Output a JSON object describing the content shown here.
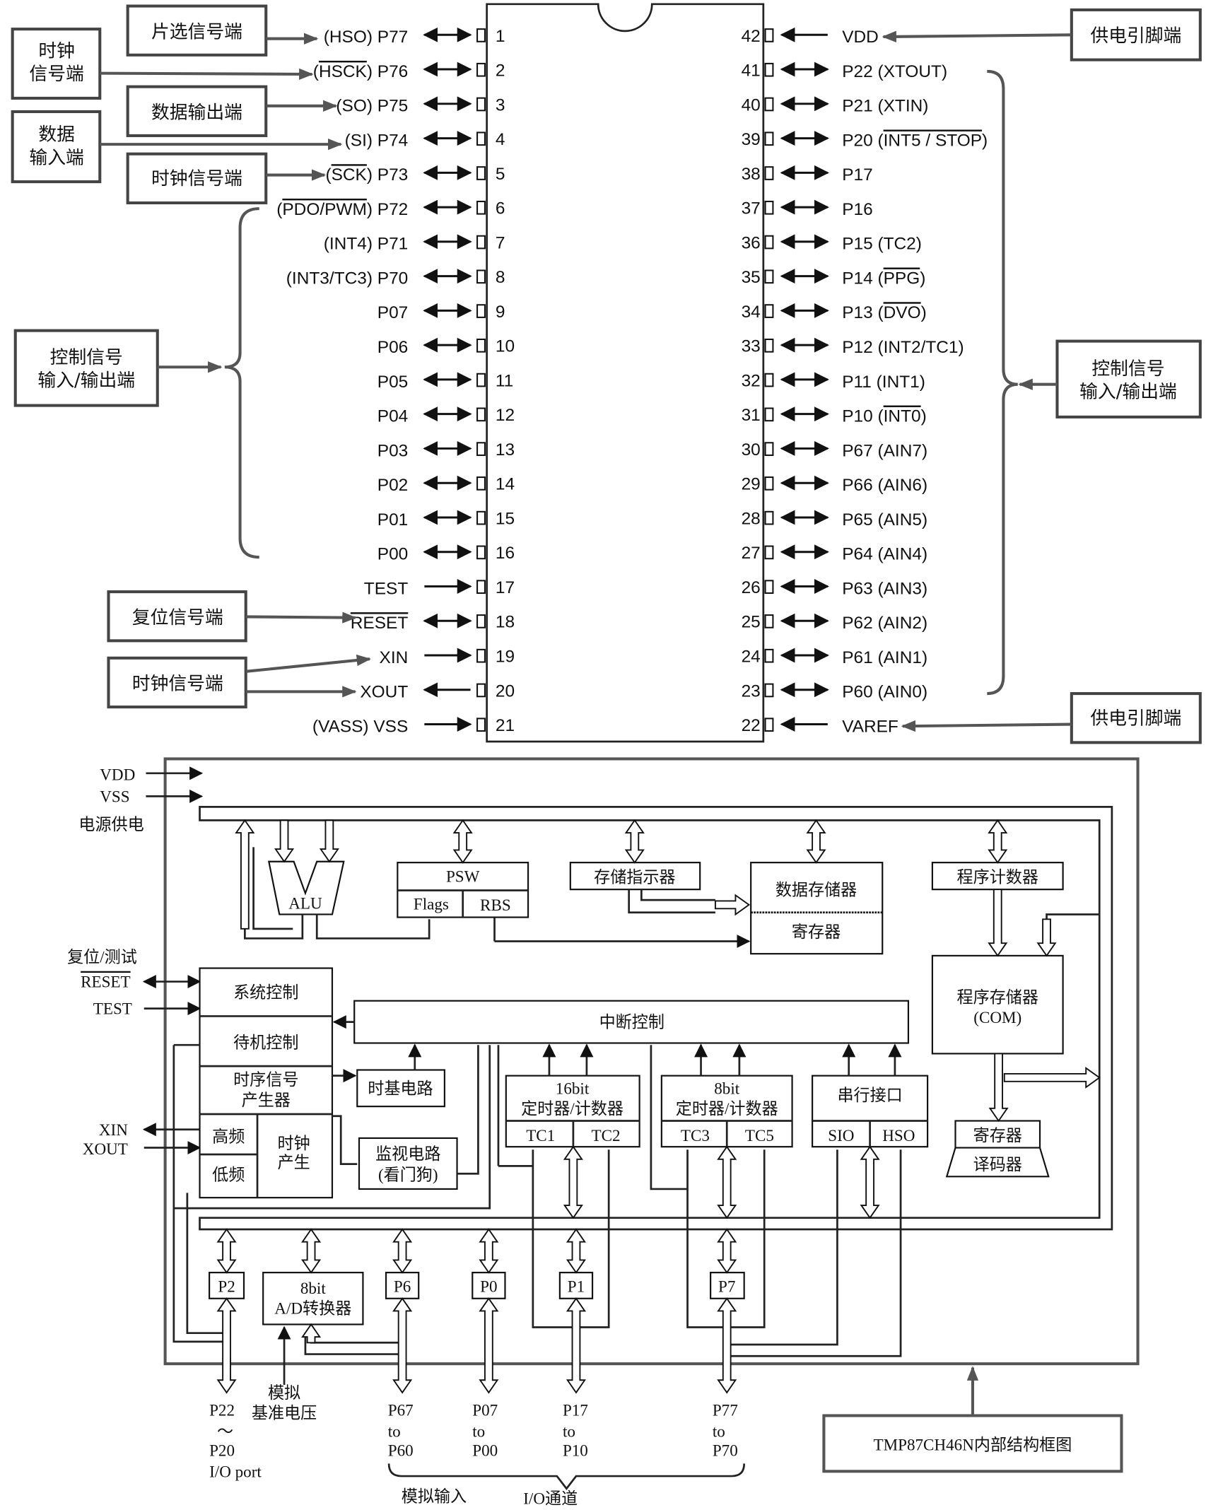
{
  "pinout": {
    "left_pins": [
      {
        "num": "1",
        "pre": "(HSO) P77",
        "over": "",
        "post": "",
        "dir": "both"
      },
      {
        "num": "2",
        "pre": "(",
        "over": "HSCK",
        "post": ") P76",
        "dir": "both"
      },
      {
        "num": "3",
        "pre": "(SO) P75",
        "over": "",
        "post": "",
        "dir": "both"
      },
      {
        "num": "4",
        "pre": "(SI) P74",
        "over": "",
        "post": "",
        "dir": "both"
      },
      {
        "num": "5",
        "pre": "(",
        "over": "SCK",
        "post": ") P73",
        "dir": "both"
      },
      {
        "num": "6",
        "pre": "(",
        "over": "PDO/PWM",
        "post": ") P72",
        "dir": "both"
      },
      {
        "num": "7",
        "pre": "(INT4) P71",
        "over": "",
        "post": "",
        "dir": "both"
      },
      {
        "num": "8",
        "pre": "(INT3/TC3) P70",
        "over": "",
        "post": "",
        "dir": "both"
      },
      {
        "num": "9",
        "pre": "P07",
        "over": "",
        "post": "",
        "dir": "both"
      },
      {
        "num": "10",
        "pre": "P06",
        "over": "",
        "post": "",
        "dir": "both"
      },
      {
        "num": "11",
        "pre": "P05",
        "over": "",
        "post": "",
        "dir": "both"
      },
      {
        "num": "12",
        "pre": "P04",
        "over": "",
        "post": "",
        "dir": "both"
      },
      {
        "num": "13",
        "pre": "P03",
        "over": "",
        "post": "",
        "dir": "both"
      },
      {
        "num": "14",
        "pre": "P02",
        "over": "",
        "post": "",
        "dir": "both"
      },
      {
        "num": "15",
        "pre": "P01",
        "over": "",
        "post": "",
        "dir": "both"
      },
      {
        "num": "16",
        "pre": "P00",
        "over": "",
        "post": "",
        "dir": "both"
      },
      {
        "num": "17",
        "pre": "TEST",
        "over": "",
        "post": "",
        "dir": "in"
      },
      {
        "num": "18",
        "pre": "",
        "over": "RESET",
        "post": "",
        "dir": "both"
      },
      {
        "num": "19",
        "pre": "XIN",
        "over": "",
        "post": "",
        "dir": "in"
      },
      {
        "num": "20",
        "pre": "XOUT",
        "over": "",
        "post": "",
        "dir": "out"
      },
      {
        "num": "21",
        "pre": "(VASS) VSS",
        "over": "",
        "post": "",
        "dir": "in"
      }
    ],
    "right_pins": [
      {
        "num": "42",
        "pre": "VDD",
        "over": "",
        "post": "",
        "dir": "in"
      },
      {
        "num": "41",
        "pre": "P22 (XTOUT)",
        "over": "",
        "post": "",
        "dir": "both"
      },
      {
        "num": "40",
        "pre": "P21 (XTIN)",
        "over": "",
        "post": "",
        "dir": "both"
      },
      {
        "num": "39",
        "pre": "P20 (",
        "over": "INT5 / STOP",
        "post": ")",
        "dir": "both"
      },
      {
        "num": "38",
        "pre": "P17",
        "over": "",
        "post": "",
        "dir": "both"
      },
      {
        "num": "37",
        "pre": "P16",
        "over": "",
        "post": "",
        "dir": "both"
      },
      {
        "num": "36",
        "pre": "P15 (TC2)",
        "over": "",
        "post": "",
        "dir": "both"
      },
      {
        "num": "35",
        "pre": "P14 (",
        "over": "PPG",
        "post": ")",
        "dir": "both"
      },
      {
        "num": "34",
        "pre": "P13 (",
        "over": "DVO",
        "post": ")",
        "dir": "both"
      },
      {
        "num": "33",
        "pre": "P12 (INT2/TC1)",
        "over": "",
        "post": "",
        "dir": "both"
      },
      {
        "num": "32",
        "pre": "P11 (INT1)",
        "over": "",
        "post": "",
        "dir": "both"
      },
      {
        "num": "31",
        "pre": "P10 (",
        "over": "INT0",
        "post": ")",
        "dir": "both"
      },
      {
        "num": "30",
        "pre": "P67 (AIN7)",
        "over": "",
        "post": "",
        "dir": "both"
      },
      {
        "num": "29",
        "pre": "P66 (AIN6)",
        "over": "",
        "post": "",
        "dir": "both"
      },
      {
        "num": "28",
        "pre": "P65 (AIN5)",
        "over": "",
        "post": "",
        "dir": "both"
      },
      {
        "num": "27",
        "pre": "P64 (AIN4)",
        "over": "",
        "post": "",
        "dir": "both"
      },
      {
        "num": "26",
        "pre": "P63 (AIN3)",
        "over": "",
        "post": "",
        "dir": "both"
      },
      {
        "num": "25",
        "pre": "P62 (AIN2)",
        "over": "",
        "post": "",
        "dir": "both"
      },
      {
        "num": "24",
        "pre": "P61 (AIN1)",
        "over": "",
        "post": "",
        "dir": "both"
      },
      {
        "num": "23",
        "pre": "P60 (AIN0)",
        "over": "",
        "post": "",
        "dir": "both"
      },
      {
        "num": "22",
        "pre": "VAREF",
        "over": "",
        "post": "",
        "dir": "in"
      }
    ],
    "callouts": {
      "chip_select": "片选信号端",
      "clock_a": [
        "时钟",
        "信号端"
      ],
      "data_out": "数据输出端",
      "data_in": [
        "数据",
        "输入端"
      ],
      "clock_b": "时钟信号端",
      "control_left": [
        "控制信号",
        "输入/输出端"
      ],
      "reset": "复位信号端",
      "clock_c": "时钟信号端",
      "power_top": "供电引脚端",
      "control_right": [
        "控制信号",
        "输入/输出端"
      ],
      "power_bottom": "供电引脚端"
    }
  },
  "block": {
    "ext": {
      "vdd": "VDD",
      "vss": "VSS",
      "power": "电源供电",
      "reset_test": "复位/测试",
      "reset": "RESET",
      "test": "TEST",
      "xin": "XIN",
      "xout": "XOUT"
    },
    "alu": "ALU",
    "psw": "PSW",
    "flags": "Flags",
    "rbs": "RBS",
    "mem_pointer": "存储指示器",
    "data_mem": "数据存储器",
    "register": "寄存器",
    "pc": "程序计数器",
    "prog_mem": "程序存储器",
    "prog_mem_sub": "(COM)",
    "reg2": "寄存器",
    "decoder": "译码器",
    "sys_ctrl": "系统控制",
    "standby": "待机控制",
    "timing": [
      "时序信号",
      "产生器"
    ],
    "high": "高频",
    "low": "低频",
    "clock_gen": [
      "时钟",
      "产生"
    ],
    "irq": "中断控制",
    "timebase": "时基电路",
    "watchdog": [
      "监视电路",
      "(看门狗)"
    ],
    "t16": [
      "16bit",
      "定时器/计数器"
    ],
    "tc1": "TC1",
    "tc2": "TC2",
    "t8": [
      "8bit",
      "定时器/计数器"
    ],
    "tc3": "TC3",
    "tc5": "TC5",
    "serial": "串行接口",
    "sio": "SIO",
    "hso": "HSO",
    "ports": {
      "p2": "P2",
      "adc": [
        "8bit",
        "A/D转换器"
      ],
      "p6": "P6",
      "p0": "P0",
      "p1": "P1",
      "p7": "P7"
    },
    "bottom": {
      "p2": [
        "P22",
        "～",
        "P20",
        "I/O port"
      ],
      "vref": [
        "模拟",
        "基准电压"
      ],
      "p6": [
        "P67",
        "to",
        "P60"
      ],
      "p0": [
        "P07",
        "to",
        "P00"
      ],
      "p1": [
        "P17",
        "to",
        "P10"
      ],
      "p7": [
        "P77",
        "to",
        "P70"
      ],
      "analog_in": "模拟输入",
      "io": "I/O通道"
    },
    "caption": "TMP87CH46N内部结构框图"
  }
}
